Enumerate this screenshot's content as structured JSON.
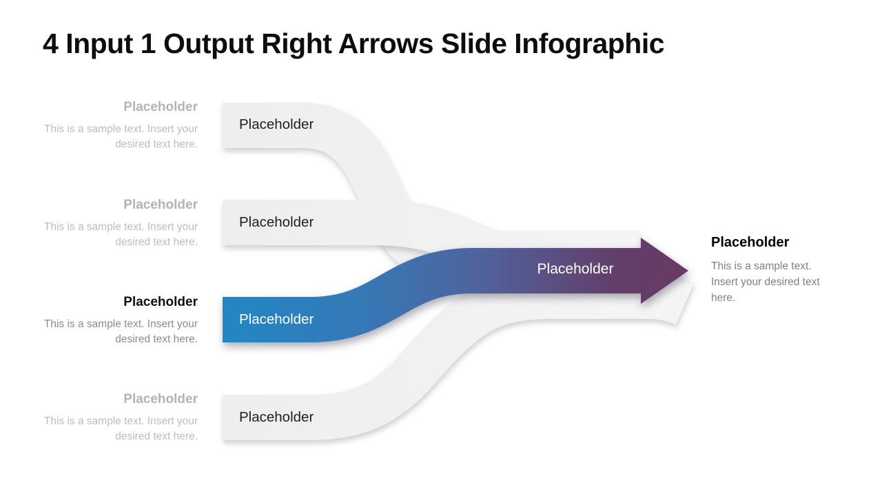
{
  "slide": {
    "title": "4 Input 1 Output Right Arrows Slide Infographic"
  },
  "inputs": [
    {
      "heading": "Placeholder",
      "body": "This is a sample text. Insert your desired text here.",
      "band_label": "Placeholder",
      "state": "inactive"
    },
    {
      "heading": "Placeholder",
      "body": "This is a sample text. Insert your desired text here.",
      "band_label": "Placeholder",
      "state": "inactive"
    },
    {
      "heading": "Placeholder",
      "body": "This is a sample text. Insert your desired text here.",
      "band_label": "Placeholder",
      "state": "active"
    },
    {
      "heading": "Placeholder",
      "body": "This is a sample text. Insert your desired text here.",
      "band_label": "Placeholder",
      "state": "inactive"
    }
  ],
  "output": {
    "band_label": "Placeholder",
    "heading": "Placeholder",
    "body": "This is a sample text. Insert your desired text here."
  },
  "colors": {
    "highlight_start": "#2187c4",
    "highlight_mid1": "#3579b6",
    "highlight_mid2": "#50639d",
    "highlight_mid3": "#633e69",
    "highlight_end": "#683a64",
    "gray_start": "#eeeeef",
    "gray_end": "#f5f5f6"
  }
}
